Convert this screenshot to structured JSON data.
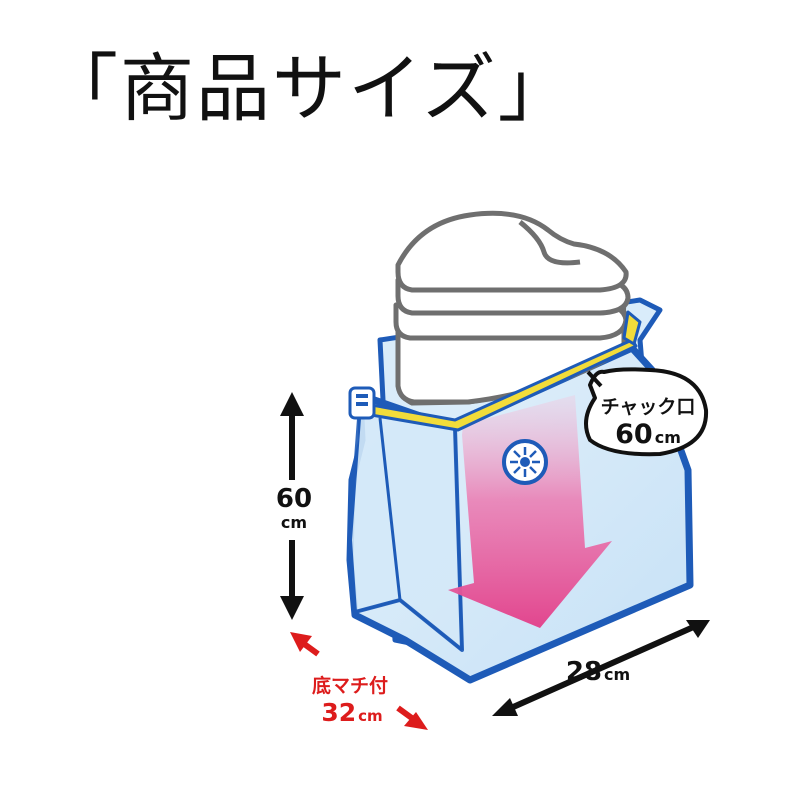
{
  "title": "「商品サイズ」",
  "dimensions": {
    "height": {
      "value": "60",
      "unit": "cm"
    },
    "zipper": {
      "label": "チャック口",
      "value": "60",
      "unit": "cm"
    },
    "width": {
      "value": "28",
      "unit": "cm"
    },
    "gusset": {
      "label": "底マチ付",
      "value": "32",
      "unit": "cm"
    }
  },
  "colors": {
    "bag_outline": "#1e5bb8",
    "bag_fill": "#cfe6f8",
    "zipper_yellow": "#f2dc3a",
    "arrow_pink": "#e2468e",
    "towel_outline": "#6f6f6f",
    "dimension_black": "#111111",
    "gusset_red": "#dd1c1c"
  },
  "icons": {
    "valve": "valve-icon",
    "arrow": "compress-arrow-icon",
    "towels": "folded-towels-icon"
  }
}
